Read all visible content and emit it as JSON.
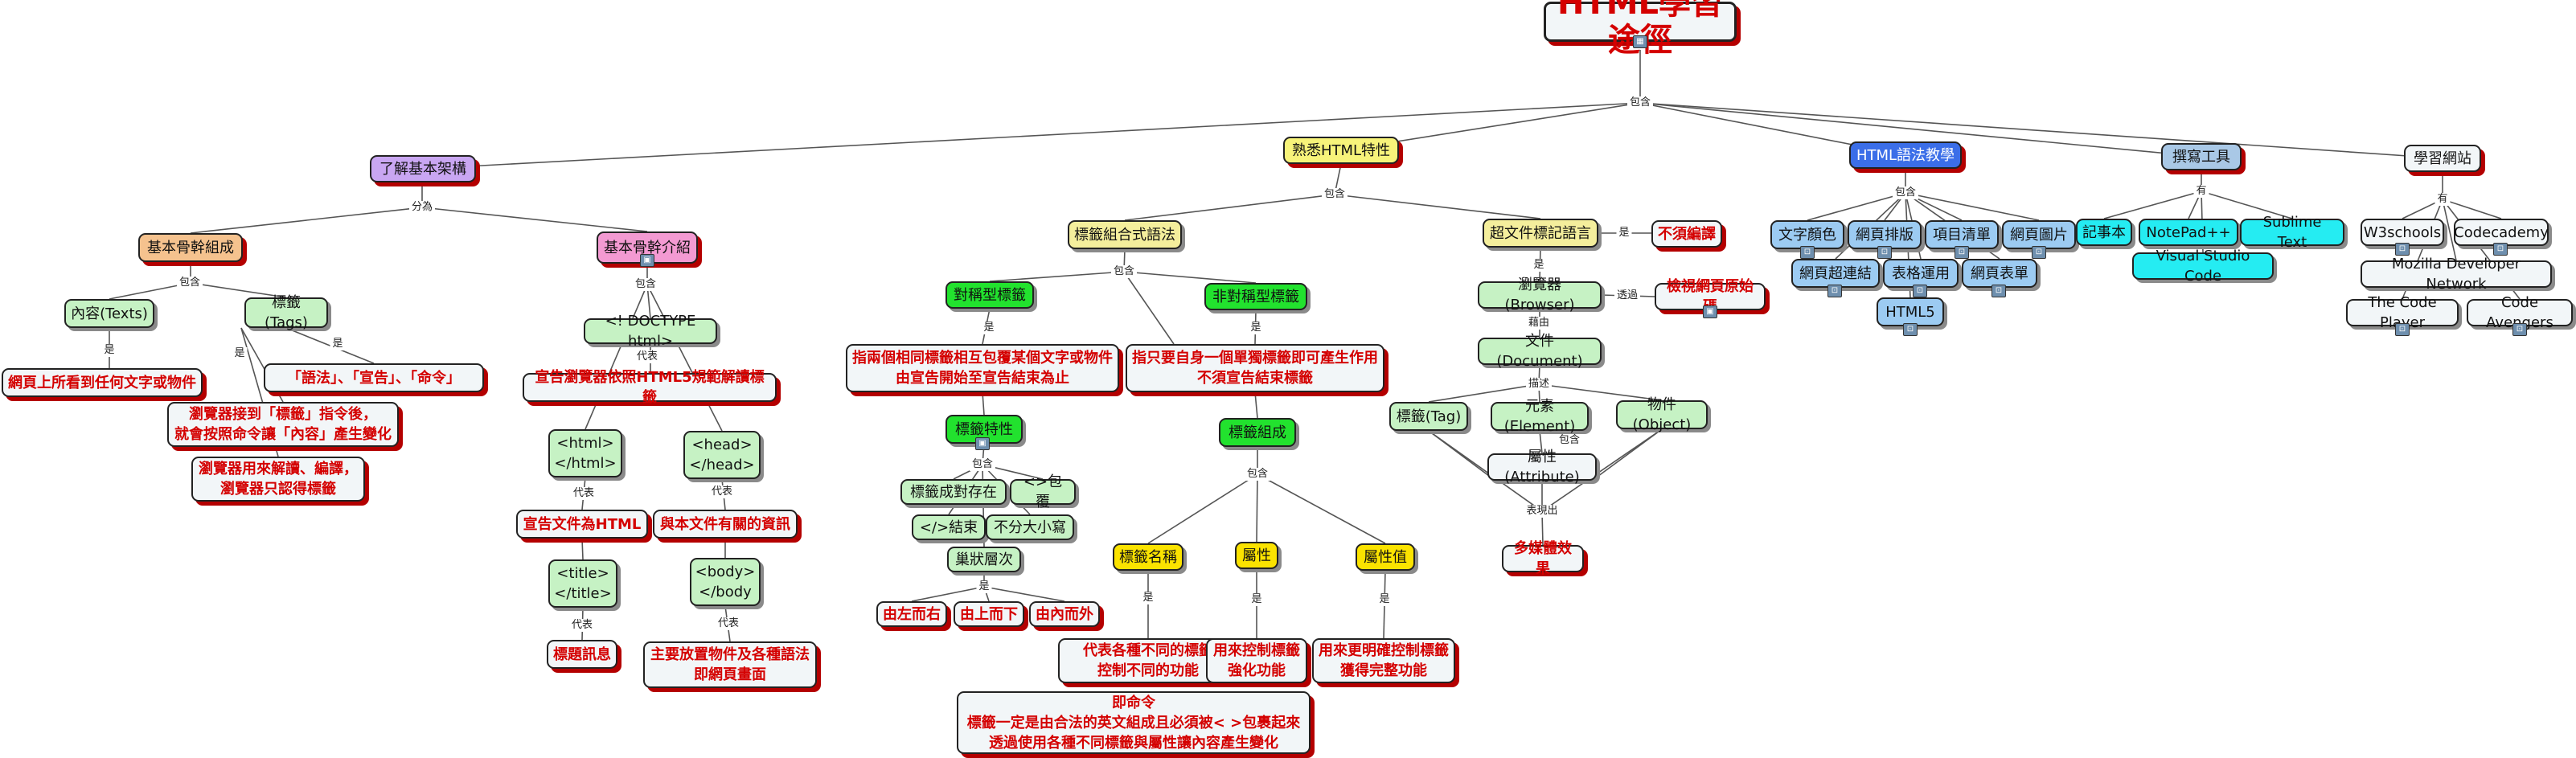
{
  "root": {
    "title": "HTML學習途徑",
    "icon": "map-icon"
  },
  "link_labels": {
    "contains": "包含",
    "divided_into": "分為",
    "is": "是",
    "represents": "代表",
    "through": "透過",
    "via": "藉由",
    "describes": "描述",
    "expresses": "表現出",
    "has": "有"
  },
  "branches": {
    "basic": {
      "title": "了解基本架構"
    },
    "familiar": {
      "title": "熟悉HTML特性"
    },
    "tutorial": {
      "title": "HTML語法教學"
    },
    "tools": {
      "title": "撰寫工具"
    },
    "sites": {
      "title": "學習網站"
    }
  },
  "basic": {
    "composition": "基本骨幹組成",
    "intro": "基本骨幹介紹",
    "content_texts": "內容(Texts)",
    "tags": "標籤(Tags)",
    "content_desc": "網頁上所看到任何文字或物件",
    "tags_desc_syntax": "「語法」、「宣告」、「命令」",
    "tags_desc_browser": "瀏覽器接到「標籤」指令後，\n就會按照命令讓「內容」產生變化",
    "tags_desc_compile": "瀏覽器用來解讀、編譯，\n瀏覽器只認得標籤",
    "doctype": "<! DOCTYPE html>",
    "doctype_desc": "宣告瀏覽器依照HTML5規範解讀標籤",
    "html_tag": "<html>\n</html>",
    "html_desc": "宣告文件為HTML",
    "title_tag": "<title>\n</title>",
    "title_desc": "標題訊息",
    "head_tag": "<head>\n</head>",
    "head_desc": "與本文件有關的資訊",
    "body_tag": "<body>\n</body",
    "body_desc": "主要放置物件及各種語法\n即網頁畫面"
  },
  "familiar": {
    "syntax": "標籤組合式語法",
    "hypertext": "超文件標記語言",
    "no_compile": "不須編譯",
    "pair_tags": "對稱型標籤",
    "nonpair_tags": "非對稱型標籤",
    "pair_desc": "指兩個相同標籤相互包覆某個文字或物件\n由宣告開始至宣告結束為止",
    "nonpair_desc": "指只要自身一個單獨標籤即可產生作用\n不須宣告結束標籤",
    "tag_features": "標籤特性",
    "f_pair_exist": "標籤成對存在",
    "f_wrap": "<>包覆",
    "f_end": "</>結束",
    "f_case": "不分大小寫",
    "f_nest": "巢狀層次",
    "n_lr": "由左而右",
    "n_tb": "由上而下",
    "n_io": "由內而外",
    "tag_parts": "標籤組成",
    "tag_name": "標籤名稱",
    "attribute": "屬性",
    "attr_value": "屬性值",
    "name_desc": "代表各種不同的標籤\n控制不同的功能",
    "attr_desc": "用來控制標籤\n強化功能",
    "value_desc": "用來更明確控制標籤\n獲得完整功能",
    "command_desc": "即命令\n標籤一定是由合法的英文組成且必須被<  >包裹起來\n透過使用各種不同標籤與屬性讓內容產生變化",
    "browser": "瀏覽器(Browser)",
    "view_source": "檢視網頁原始碼",
    "document": "文件(Document)",
    "tag_node": "標籤(Tag)",
    "element": "元素(Element)",
    "object": "物件(Object)",
    "attribute_node": "屬性(Attribute)",
    "multimedia": "多媒體效果"
  },
  "tutorial": {
    "text_color": "文字顏色",
    "layout": "網頁排版",
    "list": "項目清單",
    "images": "網頁圖片",
    "hyperlink": "網頁超連結",
    "table": "表格運用",
    "form": "網頁表單",
    "html5": "HTML5"
  },
  "tools": {
    "notepad": "記事本",
    "notepadpp": "NotePad++",
    "sublime": "Sublime Text",
    "vscode": "Visual Studio Code"
  },
  "sites": {
    "w3schools": "W3schools",
    "codecademy": "Codecademy",
    "mdn": "Mozilla Developer Network",
    "codeplayer": "The Code Player",
    "codeavengers": "Code Avengers"
  }
}
